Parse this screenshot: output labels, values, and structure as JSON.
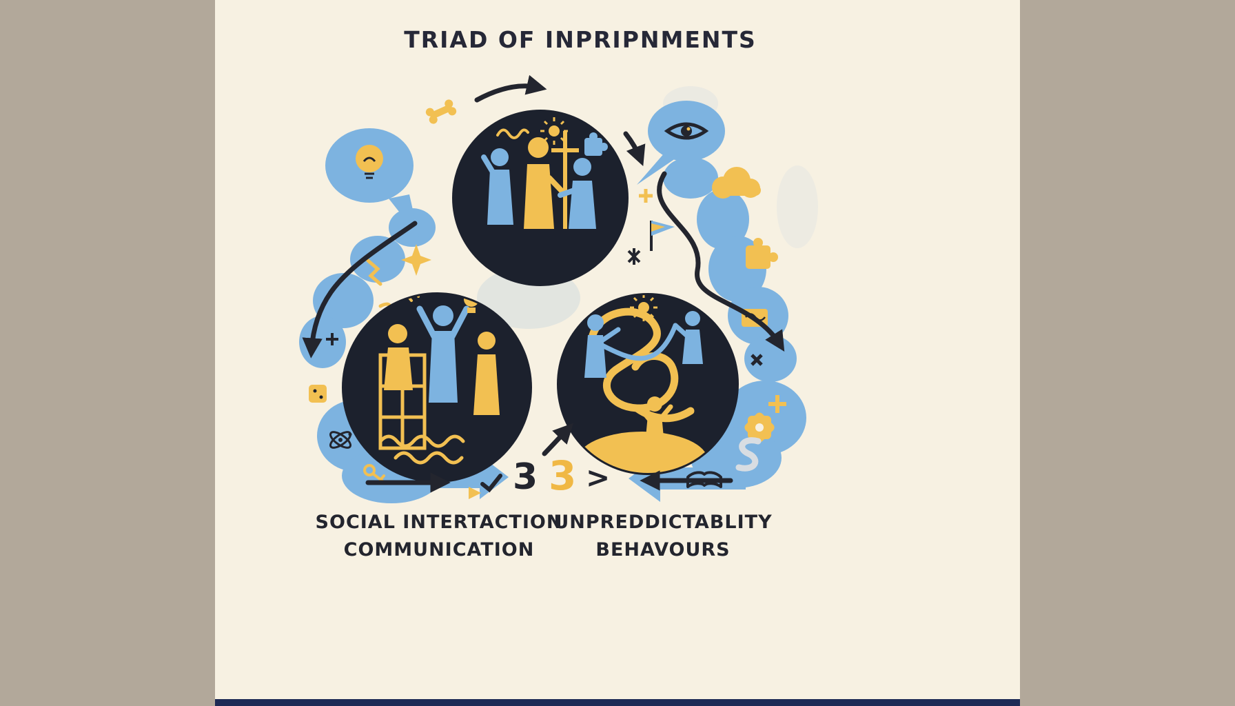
{
  "poster": {
    "title": "TRIAD OF INPRIPNMENTS",
    "labels": {
      "left": {
        "line1": "SOCIAL INTERTACTION",
        "line2": "COMMUNICATION"
      },
      "right": {
        "line1": "UNPREDDICTABLITY",
        "line2": "BEHAVOURS"
      }
    },
    "badges": {
      "three_outline": "3",
      "three_solid": "3",
      "chevron": ">"
    },
    "nodes": [
      "figures-holding-hands-circle",
      "figure-cheering-window-circle",
      "tangled-paths-circle"
    ],
    "icons": [
      "lightbulb-icon",
      "bone-icon",
      "sparkle-icon",
      "zigzag-icon",
      "squiggle-icon",
      "eye-icon",
      "cloud-icon",
      "flag-icon",
      "puzzle-icon",
      "envelope-icon",
      "gear-icon",
      "plus-icon",
      "asterisk-icon",
      "cross-icon",
      "dice-icon",
      "key-icon",
      "atom-icon",
      "book-icon",
      "s-swirl-icon",
      "triangle-icon",
      "sun-icon",
      "window-grid-icon",
      "wave-icon",
      "check-icon",
      "arrow-icon"
    ],
    "colors": {
      "margin": "#b2a89a",
      "canvas": "#f7f1e2",
      "node_fill": "#1c212d",
      "accent_blue": "#7db3e0",
      "accent_yellow": "#f2c052",
      "ink": "#23252e",
      "footer_strip": "#1d2a55"
    }
  }
}
